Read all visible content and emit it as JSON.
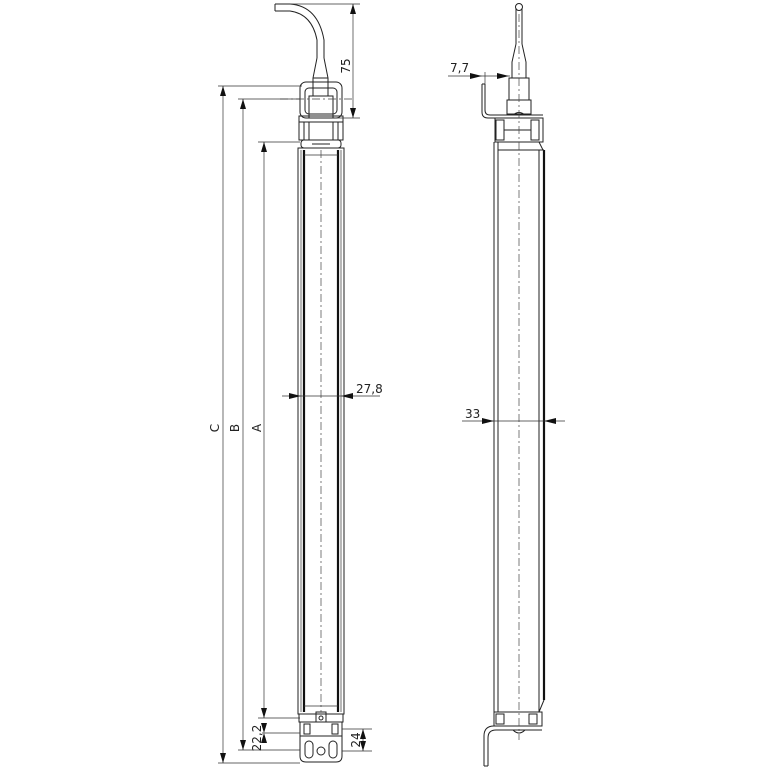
{
  "drawing": {
    "views": [
      {
        "name": "front-view",
        "description": "Sensor bar front view with cable"
      },
      {
        "name": "side-view",
        "description": "Sensor bar side view with mounting brackets"
      }
    ],
    "dimensions": {
      "cable_height": "75",
      "total_length_label": "C",
      "mid_length_label": "B",
      "active_length_label": "A",
      "width_front": "27,8",
      "width_side": "33",
      "bracket_offset": "7,7",
      "bottom_offset_left": "22,2",
      "bottom_offset_right": "24"
    },
    "colors": {
      "line": "#222222",
      "background": "#ffffff"
    }
  }
}
